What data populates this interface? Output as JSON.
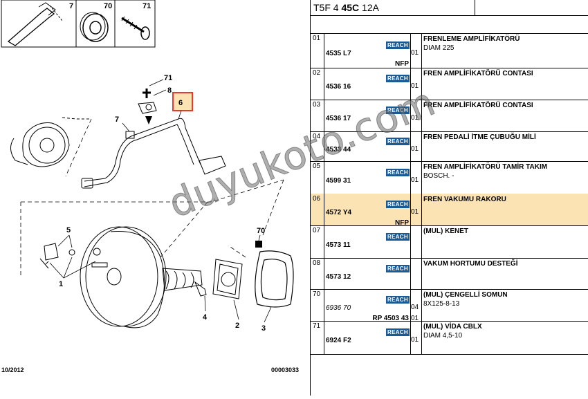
{
  "header": {
    "prefix": "T5F 4",
    "code_bold": "45C",
    "suffix": "12A"
  },
  "footer": {
    "date": "10/2012",
    "ref": "00003033"
  },
  "watermark": "duyukoto.com",
  "highlight_color": "#fbe3b4",
  "badge_color": "#1a5b97",
  "callouts": {
    "top_7": "7",
    "top_70": "70",
    "top_71": "71",
    "c71": "71",
    "c8": "8",
    "c6": "6",
    "c7": "7",
    "c5": "5",
    "c1": "1",
    "c70": "70",
    "c2": "2",
    "c3": "3",
    "c4": "4"
  },
  "rows": [
    {
      "num": "01",
      "ref": "4535 L7",
      "badge": "REACH",
      "extra": "NFP",
      "qty": "01",
      "desc1": "FRENLEME AMPLİFİKATÖRÜ",
      "desc2": "DIAM 225"
    },
    {
      "num": "02",
      "ref": "4536 16",
      "badge": "REACH",
      "qty": "01",
      "desc1": "FREN AMPLİFİKATÖRÜ CONTASI"
    },
    {
      "num": "03",
      "ref": "4536 17",
      "badge": "REACH",
      "qty": "01",
      "desc1": "FREN AMPLİFİKATÖRÜ CONTASI"
    },
    {
      "num": "04",
      "ref": "4533 44",
      "badge": "REACH",
      "qty": "01",
      "desc1": "FREN PEDALİ İTME ÇUBUĞU MİLİ"
    },
    {
      "num": "05",
      "ref": "4599 31",
      "badge": "REACH",
      "qty": "01",
      "desc1": "FREN AMPLİFİKATÖRÜ TAMİR TAKIM",
      "desc2": "BOSCH. -"
    },
    {
      "num": "06",
      "ref": "4572 Y4",
      "badge": "REACH",
      "extra": "NFP",
      "qty": "01",
      "desc1": "FREN VAKUMU RAKORU"
    },
    {
      "num": "07",
      "ref": "4573 11",
      "badge": "REACH",
      "qty": "",
      "desc1": "(MUL) KENET"
    },
    {
      "num": "08",
      "ref": "4573 12",
      "badge": "REACH",
      "qty": "",
      "desc1": "VAKUM HORTUMU DESTEĞİ"
    },
    {
      "num": "70",
      "ref": "6936 70",
      "ref_italic": true,
      "badge": "REACH",
      "extra": "RP 4503 43",
      "qty": "04",
      "qty2": "01",
      "desc1": "(MUL) ÇENGELLİ SOMUN",
      "desc2": "8X125-8-13"
    },
    {
      "num": "71",
      "ref": "6924 F2",
      "badge": "REACH",
      "qty": "01",
      "desc1": "(MUL) VİDA CBLX",
      "desc2": "DIAM 4,5-10"
    }
  ]
}
